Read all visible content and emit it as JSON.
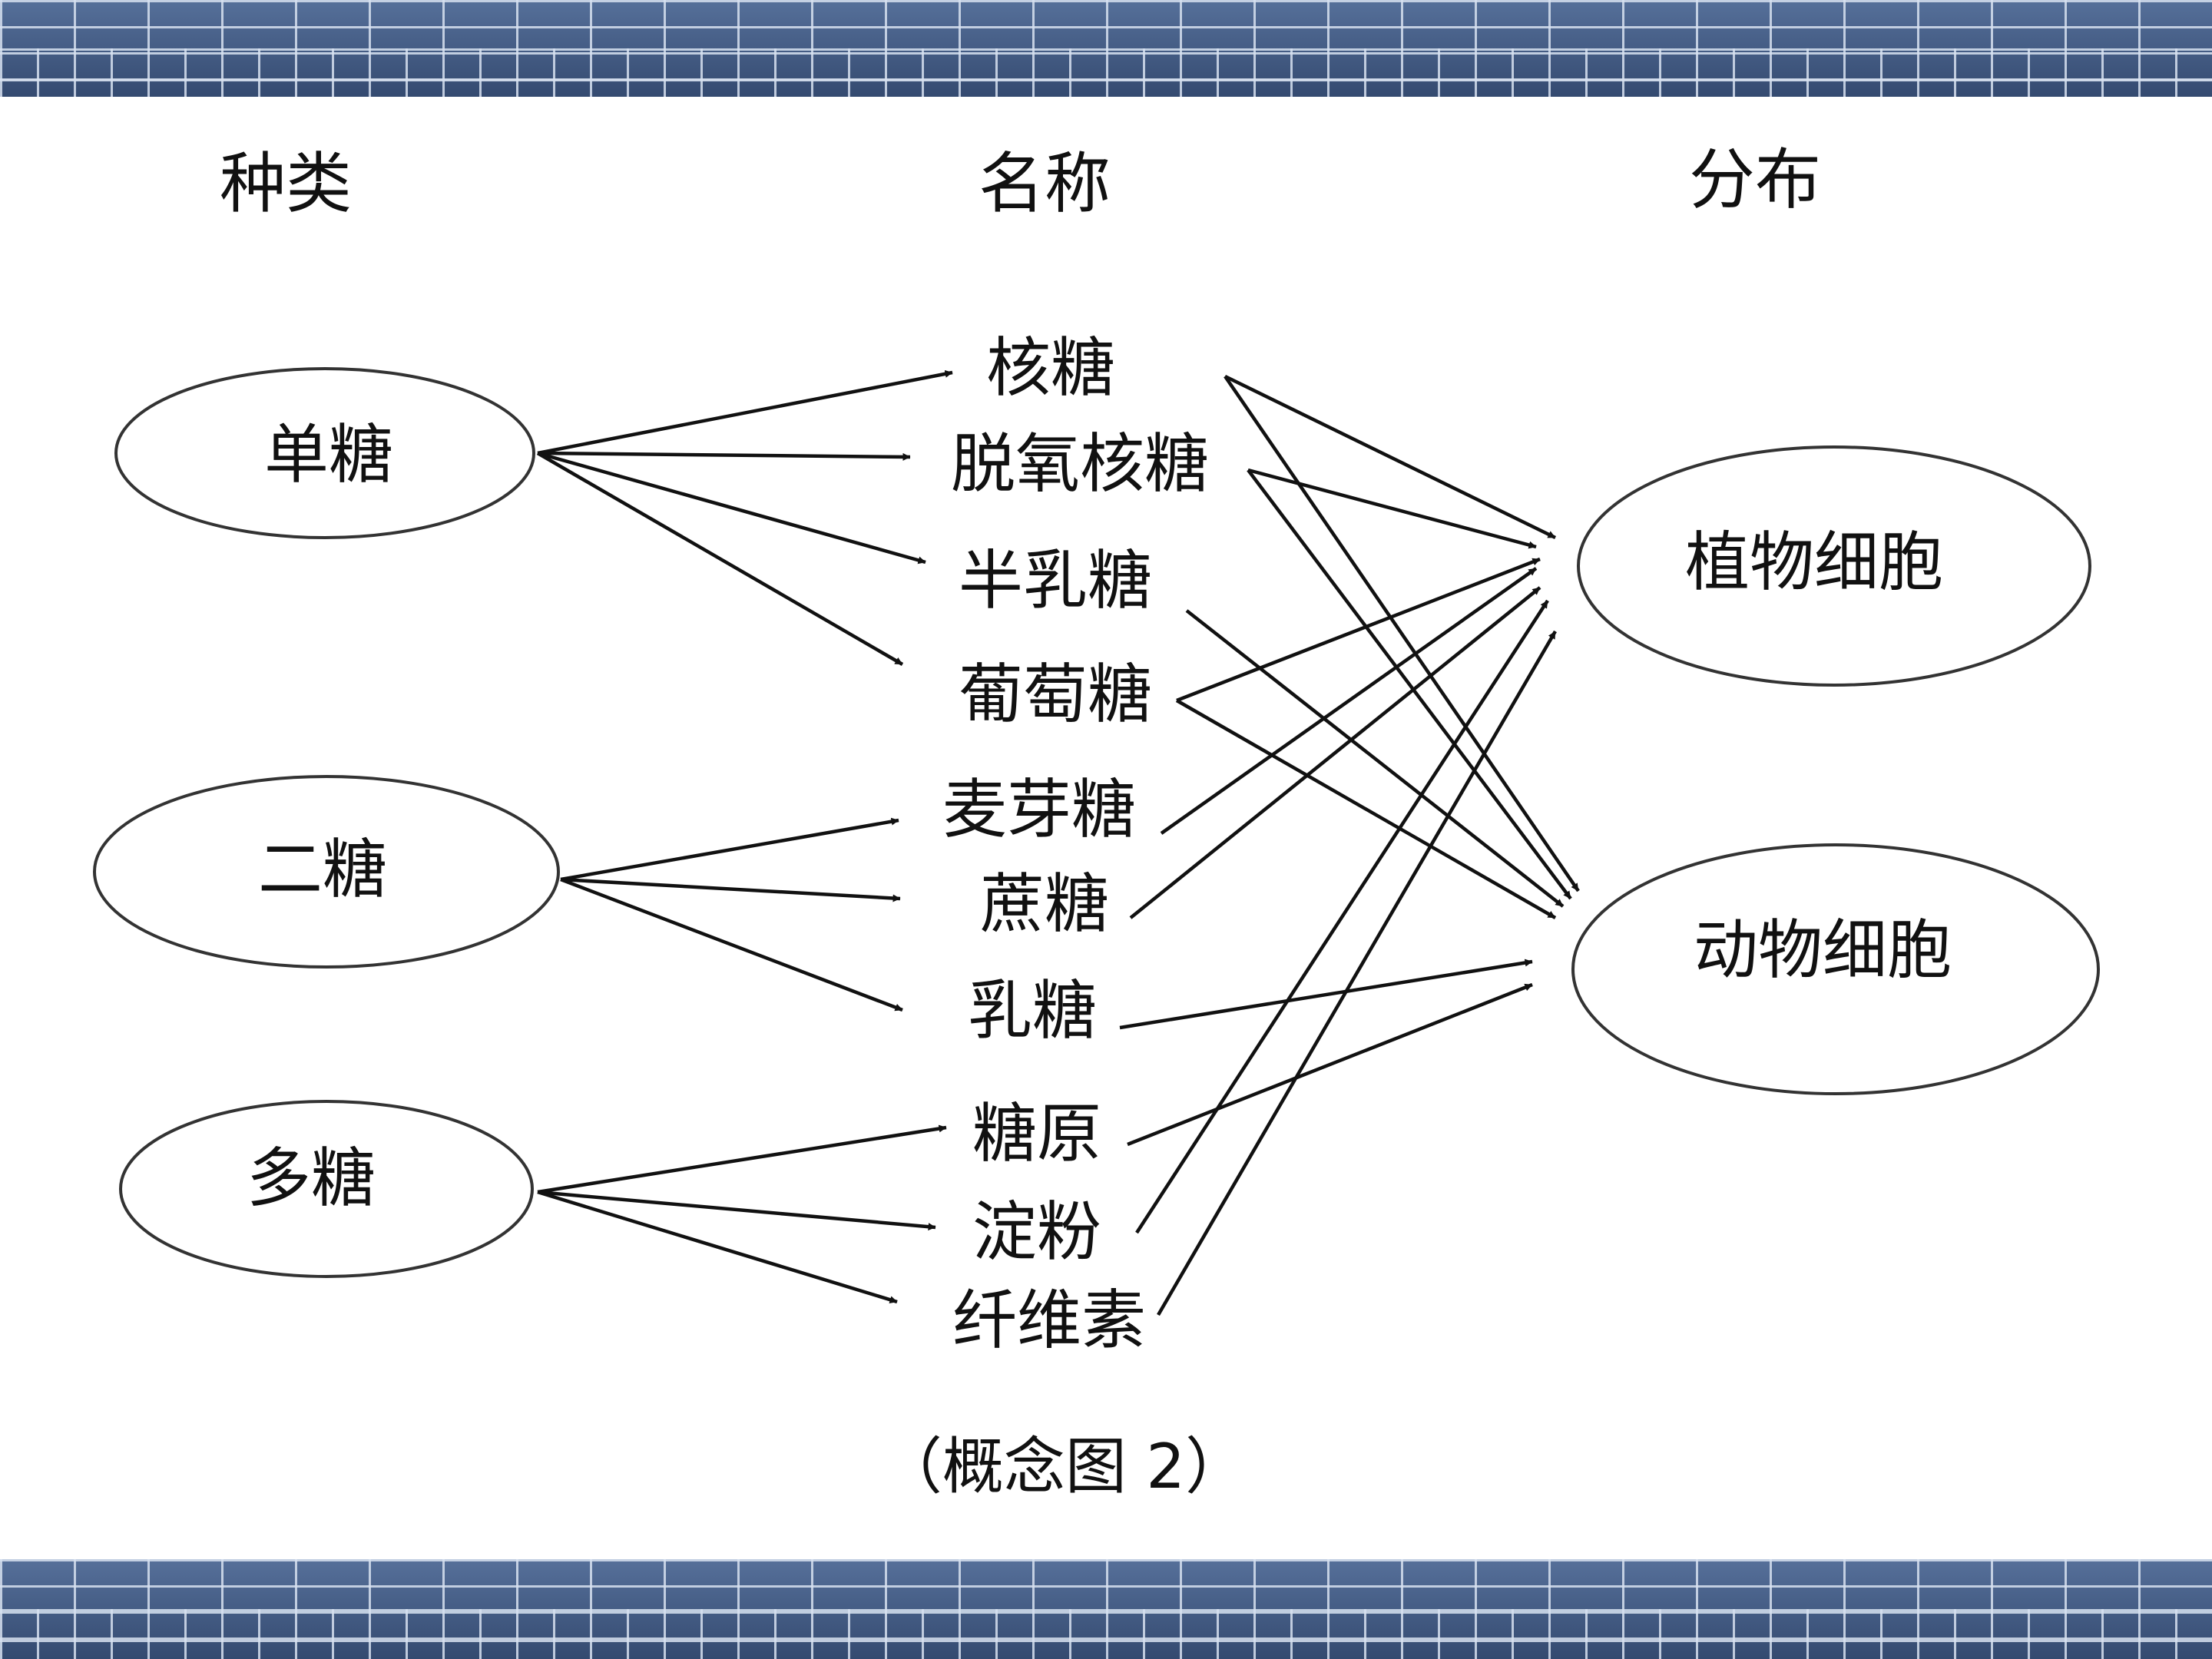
{
  "headers": {
    "kind": "种类",
    "name": "名称",
    "distribution": "分布"
  },
  "categories": [
    {
      "id": "mono",
      "label": "单糖"
    },
    {
      "id": "di",
      "label": "二糖"
    },
    {
      "id": "poly",
      "label": "多糖"
    }
  ],
  "sugars": [
    {
      "id": "ribose",
      "label": "核糖",
      "category": "mono",
      "found_in": [
        "plant",
        "animal"
      ]
    },
    {
      "id": "deoxyribose",
      "label": "脱氧核糖",
      "category": "mono",
      "found_in": [
        "plant",
        "animal"
      ]
    },
    {
      "id": "galactose",
      "label": "半乳糖",
      "category": "mono",
      "found_in": [
        "animal"
      ]
    },
    {
      "id": "glucose",
      "label": "葡萄糖",
      "category": "mono",
      "found_in": [
        "plant",
        "animal"
      ]
    },
    {
      "id": "maltose",
      "label": "麦芽糖",
      "category": "di",
      "found_in": [
        "plant"
      ]
    },
    {
      "id": "sucrose",
      "label": "蔗糖",
      "category": "di",
      "found_in": [
        "plant"
      ]
    },
    {
      "id": "lactose",
      "label": "乳糖",
      "category": "di",
      "found_in": [
        "animal"
      ]
    },
    {
      "id": "glycogen",
      "label": "糖原",
      "category": "poly",
      "found_in": [
        "animal"
      ]
    },
    {
      "id": "starch",
      "label": "淀粉",
      "category": "poly",
      "found_in": [
        "plant"
      ]
    },
    {
      "id": "cellulose",
      "label": "纤维素",
      "category": "poly",
      "found_in": [
        "plant"
      ]
    }
  ],
  "cells": [
    {
      "id": "plant",
      "label": "植物细胞"
    },
    {
      "id": "animal",
      "label": "动物细胞"
    }
  ],
  "caption": "（概念图 2）",
  "colors": {
    "ink": "#111111",
    "band": "#41577a"
  }
}
